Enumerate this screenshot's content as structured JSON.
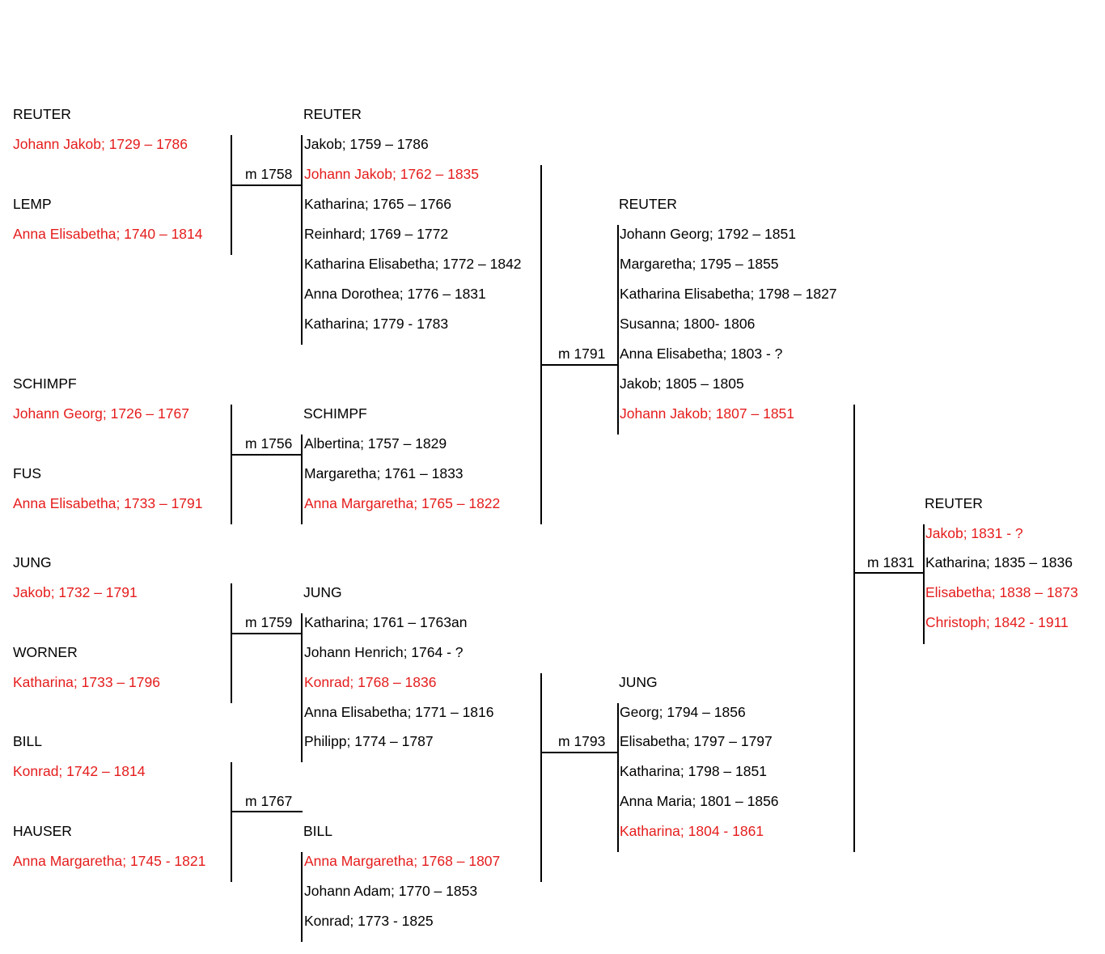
{
  "colors": {
    "highlight": "#e51c1c",
    "text": "#000000",
    "line": "#000000"
  },
  "gen1": [
    {
      "surname": "REUTER",
      "person": "Johann Jakob; 1729 – 1786"
    },
    {
      "surname": "LEMP",
      "person": "Anna Elisabetha; 1740 – 1814"
    },
    {
      "surname": "SCHIMPF",
      "person": "Johann Georg; 1726 – 1767"
    },
    {
      "surname": "FUS",
      "person": "Anna Elisabetha; 1733 – 1791"
    },
    {
      "surname": "JUNG",
      "person": "Jakob; 1732 – 1791"
    },
    {
      "surname": "WORNER",
      "person": "Katharina; 1733 – 1796"
    },
    {
      "surname": "BILL",
      "person": "Konrad; 1742 – 1814"
    },
    {
      "surname": "HAUSER",
      "person": "Anna Margaretha; 1745 - 1821"
    }
  ],
  "marriages": {
    "m1758": "m 1758",
    "m1756": "m 1756",
    "m1759": "m 1759",
    "m1767": "m 1767",
    "m1791": "m 1791",
    "m1793": "m 1793",
    "m1831": "m 1831"
  },
  "families": {
    "reuter1": {
      "surname": "REUTER",
      "children": [
        {
          "text": "Jakob; 1759 – 1786",
          "highlight": false
        },
        {
          "text": "Johann Jakob; 1762 – 1835",
          "highlight": true
        },
        {
          "text": "Katharina; 1765 – 1766",
          "highlight": false
        },
        {
          "text": "Reinhard; 1769 – 1772",
          "highlight": false
        },
        {
          "text": "Katharina Elisabetha; 1772 – 1842",
          "highlight": false
        },
        {
          "text": "Anna Dorothea; 1776 – 1831",
          "highlight": false
        },
        {
          "text": "Katharina; 1779 - 1783",
          "highlight": false
        }
      ]
    },
    "schimpf": {
      "surname": "SCHIMPF",
      "children": [
        {
          "text": "Albertina; 1757 – 1829",
          "highlight": false
        },
        {
          "text": "Margaretha; 1761 – 1833",
          "highlight": false
        },
        {
          "text": "Anna Margaretha; 1765 – 1822",
          "highlight": true
        }
      ]
    },
    "jung1": {
      "surname": "JUNG",
      "children": [
        {
          "text": "Katharina; 1761 – 1763an",
          "highlight": false
        },
        {
          "text": "Johann Henrich; 1764 - ?",
          "highlight": false
        },
        {
          "text": "Konrad; 1768 – 1836",
          "highlight": true
        },
        {
          "text": "Anna Elisabetha; 1771 – 1816",
          "highlight": false
        },
        {
          "text": "Philipp; 1774 – 1787",
          "highlight": false
        }
      ]
    },
    "bill": {
      "surname": "BILL",
      "children": [
        {
          "text": "Anna Margaretha; 1768 – 1807",
          "highlight": true
        },
        {
          "text": "Johann Adam; 1770 – 1853",
          "highlight": false
        },
        {
          "text": "Konrad; 1773 - 1825",
          "highlight": false
        }
      ]
    },
    "reuter2": {
      "surname": "REUTER",
      "children": [
        {
          "text": "Johann Georg; 1792 – 1851",
          "highlight": false
        },
        {
          "text": "Margaretha; 1795 – 1855",
          "highlight": false
        },
        {
          "text": "Katharina Elisabetha; 1798 – 1827",
          "highlight": false
        },
        {
          "text": "Susanna; 1800- 1806",
          "highlight": false
        },
        {
          "text": "Anna Elisabetha; 1803 - ?",
          "highlight": false
        },
        {
          "text": "Jakob; 1805 – 1805",
          "highlight": false
        },
        {
          "text": "Johann Jakob; 1807 – 1851",
          "highlight": true
        }
      ]
    },
    "jung2": {
      "surname": "JUNG",
      "children": [
        {
          "text": "Georg; 1794 – 1856",
          "highlight": false
        },
        {
          "text": "Elisabetha; 1797 – 1797",
          "highlight": false
        },
        {
          "text": "Katharina; 1798 – 1851",
          "highlight": false
        },
        {
          "text": "Anna Maria; 1801 – 1856",
          "highlight": false
        },
        {
          "text": "Katharina; 1804 - 1861",
          "highlight": true
        }
      ]
    },
    "reuter3": {
      "surname": "REUTER",
      "children": [
        {
          "text": "Jakob; 1831 - ?",
          "highlight": true
        },
        {
          "text": "Katharina; 1835 – 1836",
          "highlight": false
        },
        {
          "text": "Elisabetha; 1838 – 1873",
          "highlight": true
        },
        {
          "text": "Christoph; 1842 - 1911",
          "highlight": true
        }
      ]
    }
  }
}
